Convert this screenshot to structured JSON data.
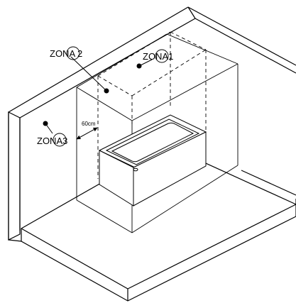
{
  "labels": {
    "zone1": "ZONA1",
    "zone2": "ZONA 2",
    "zone3": "ZONA3",
    "distance": "60cm"
  },
  "colors": {
    "line": "#000000",
    "background": "#ffffff"
  }
}
